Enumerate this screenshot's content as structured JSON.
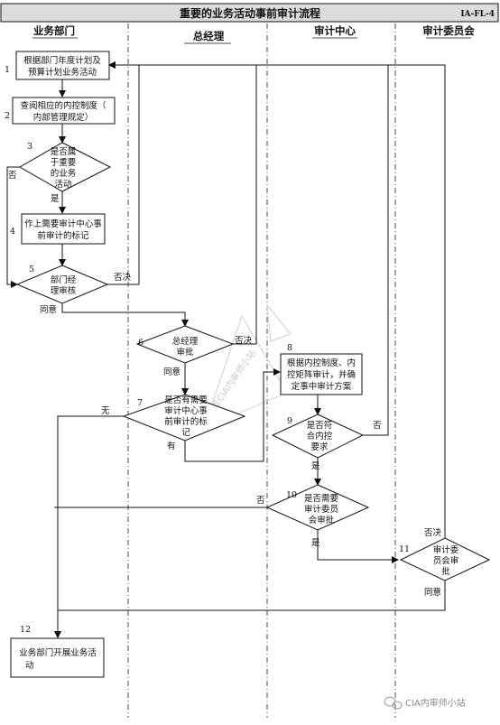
{
  "title": "重要的业务活动事前审计流程",
  "code": "IA-FL-4",
  "lanes": [
    "业务部门",
    "总经理",
    "审计中心",
    "审计委员会"
  ],
  "steps": [
    {
      "num": "1",
      "lines": [
        "根据部门年度计划及",
        "预算计划业务活动"
      ]
    },
    {
      "num": "2",
      "lines": [
        "查阅相应的内控制度（",
        "内部管理规定）"
      ]
    },
    {
      "num": "3",
      "lines": [
        "是否属",
        "于重要",
        "的业务",
        "活动"
      ]
    },
    {
      "num": "4",
      "lines": [
        "作上需要审计中心事",
        "前审计的标记"
      ]
    },
    {
      "num": "5",
      "lines": [
        "部门经",
        "理审核"
      ]
    },
    {
      "num": "6",
      "lines": [
        "总经理",
        "审批"
      ]
    },
    {
      "num": "7",
      "lines": [
        "是否有需要",
        "审计中心事",
        "前审计的标",
        "记"
      ]
    },
    {
      "num": "8",
      "lines": [
        "根据内控制度、内",
        "控矩阵审计，并确",
        "定事中审计方案"
      ]
    },
    {
      "num": "9",
      "lines": [
        "是否符",
        "合内控",
        "要求"
      ]
    },
    {
      "num": "10",
      "lines": [
        "是否需要",
        "审计委员",
        "会审批"
      ]
    },
    {
      "num": "11",
      "lines": [
        "审计委",
        "员会审",
        "批"
      ]
    },
    {
      "num": "12",
      "lines": [
        "业务部门开展业务活",
        "动"
      ]
    }
  ],
  "edges": {
    "no": "否",
    "yes": "是",
    "reject": "否决",
    "agree": "同意",
    "have": "有",
    "none": "无"
  },
  "watermark": "公众号CIA内审师小站",
  "footer": "CIA内审师小站"
}
